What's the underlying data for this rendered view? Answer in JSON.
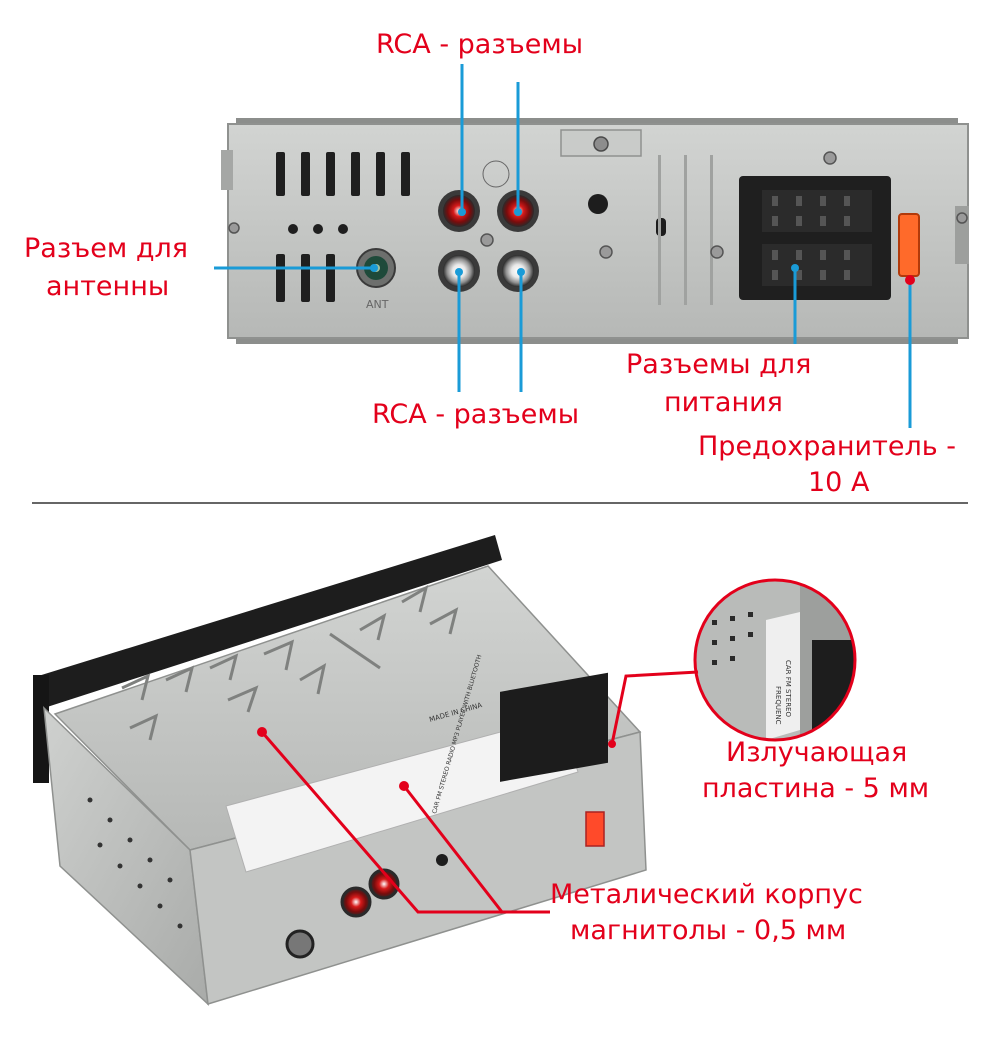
{
  "labels": {
    "rca_top": "RCA - разъемы",
    "rca_bottom": "RCA - разъемы",
    "antenna_l1": "Разъем для",
    "antenna_l2": "антенны",
    "power_l1": "Разъемы для",
    "power_l2": "питания",
    "fuse_l1": "Предохранитель -",
    "fuse_l2": "10 А",
    "heatsink_l1": "Излучающая",
    "heatsink_l2": "пластина - 5 мм",
    "case_l1": "Металический корпус",
    "case_l2": "магнитолы - 0,5 мм"
  },
  "device_markings": {
    "ant": "ANT",
    "sticker_made_in": "MADE IN CHINA",
    "sticker_title": "CAR FM STEREO RADIO  MP3 PLAYER WITH BLUETOOTH",
    "zoom_sticker_1": "CAR FM STEREO",
    "zoom_sticker_2": "FREQUENC"
  },
  "colors": {
    "label_red": "#e3001b",
    "callout_blue": "#1a9bd7",
    "callout_red": "#e3001b",
    "metal": "#c3c5c3",
    "metal_dark": "#9a9c9a",
    "black_plastic": "#1d1d1d"
  }
}
